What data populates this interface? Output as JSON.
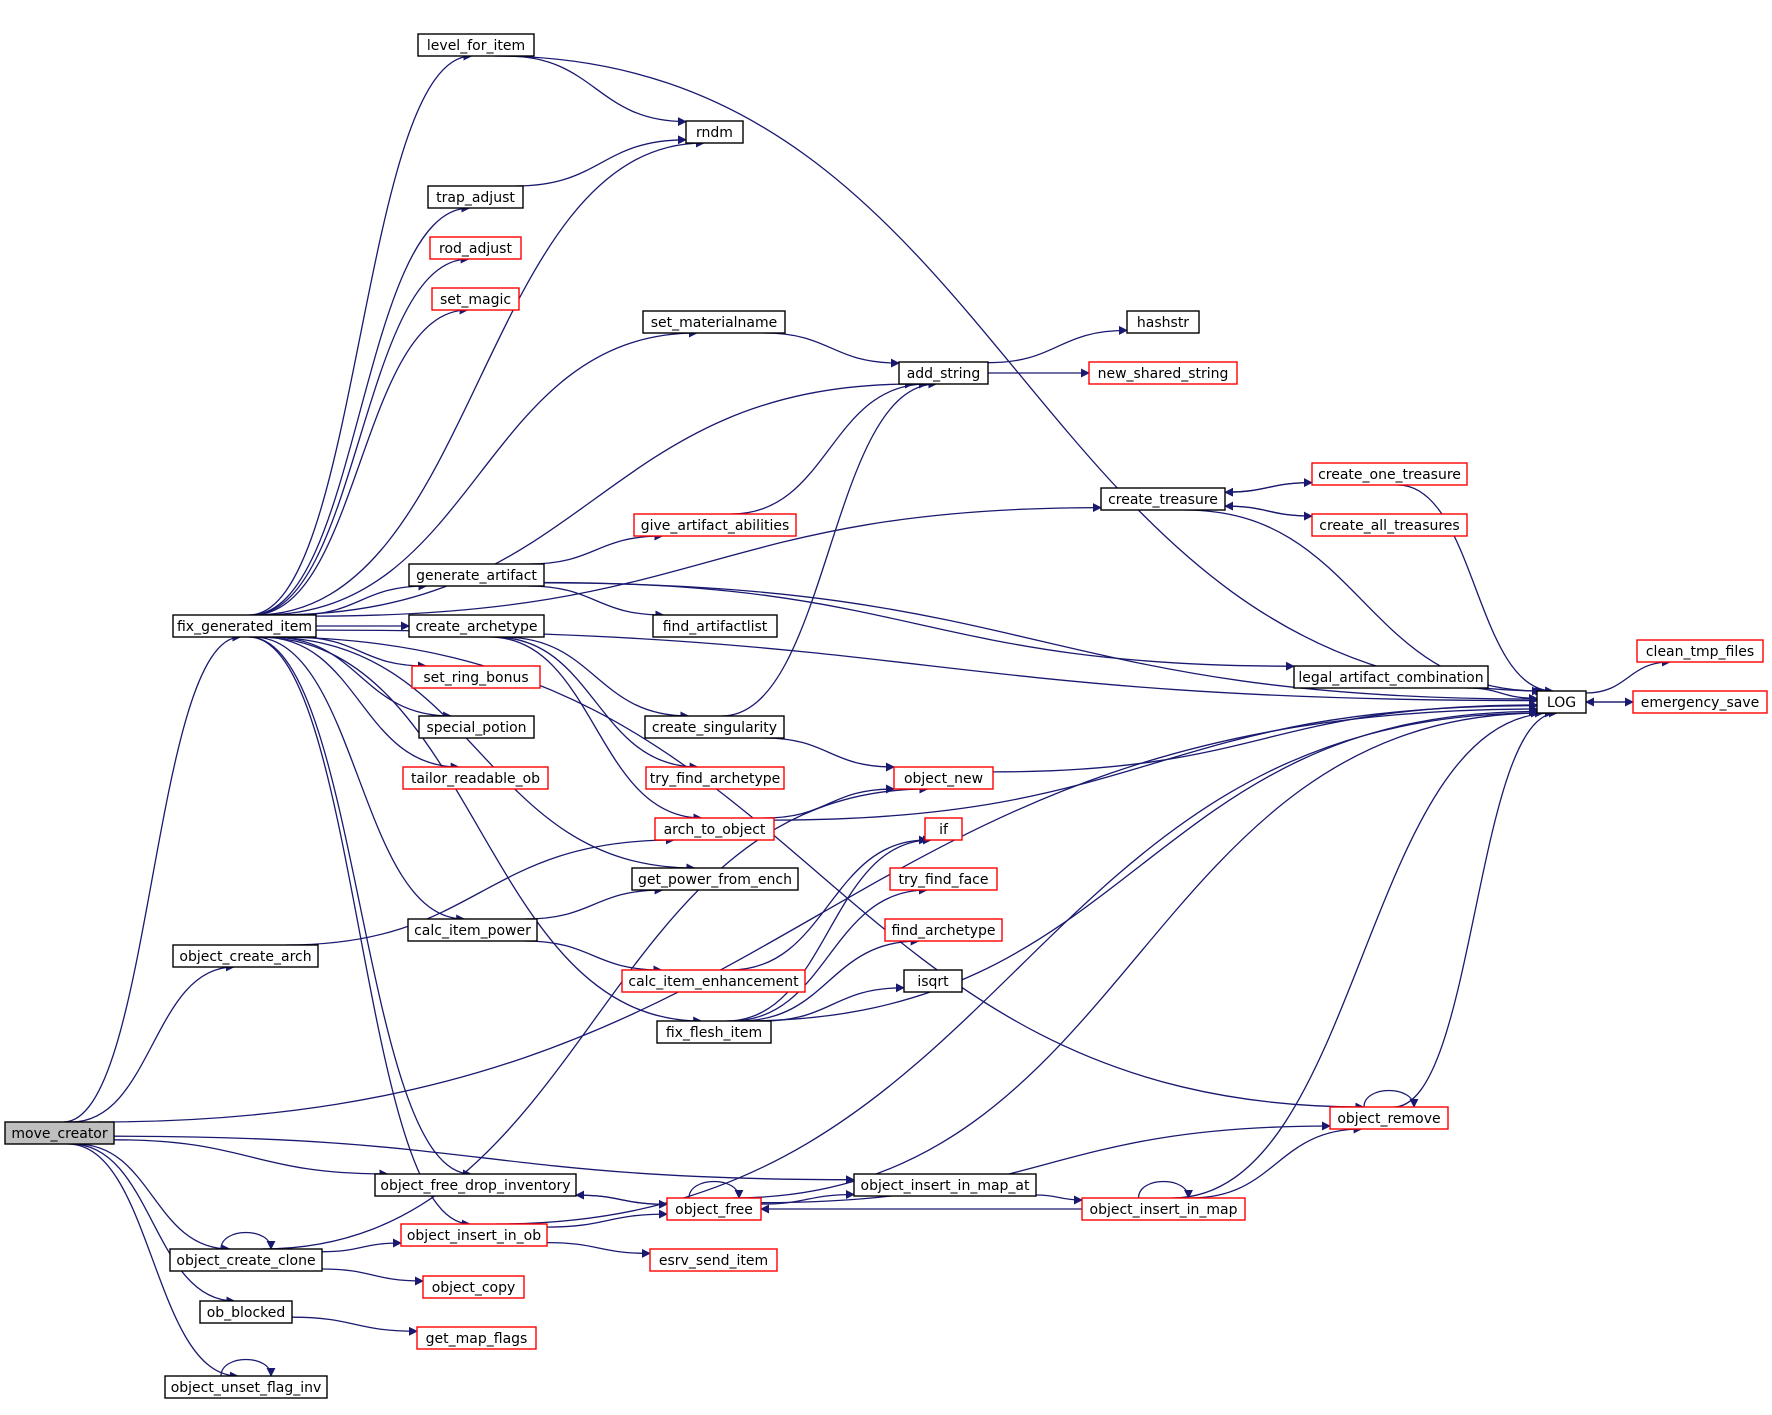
{
  "colors": {
    "edge": "#191970",
    "node_black": "#000000",
    "node_red": "#ff0000",
    "root_fill": "#bfbfbf"
  },
  "nodes": [
    {
      "id": "move_creator",
      "label": "move_creator",
      "color": "black",
      "root": true
    },
    {
      "id": "level_for_item",
      "label": "level_for_item",
      "color": "black"
    },
    {
      "id": "rndm",
      "label": "rndm",
      "color": "black"
    },
    {
      "id": "trap_adjust",
      "label": "trap_adjust",
      "color": "black"
    },
    {
      "id": "rod_adjust",
      "label": "rod_adjust",
      "color": "red"
    },
    {
      "id": "set_magic",
      "label": "set_magic",
      "color": "red"
    },
    {
      "id": "set_materialname",
      "label": "set_materialname",
      "color": "black"
    },
    {
      "id": "hashstr",
      "label": "hashstr",
      "color": "black"
    },
    {
      "id": "add_string",
      "label": "add_string",
      "color": "black"
    },
    {
      "id": "new_shared_string",
      "label": "new_shared_string",
      "color": "red"
    },
    {
      "id": "create_one_treasure",
      "label": "create_one_treasure",
      "color": "red"
    },
    {
      "id": "create_treasure",
      "label": "create_treasure",
      "color": "black"
    },
    {
      "id": "create_all_treasures",
      "label": "create_all_treasures",
      "color": "red"
    },
    {
      "id": "give_artifact_abilities",
      "label": "give_artifact_abilities",
      "color": "red"
    },
    {
      "id": "generate_artifact",
      "label": "generate_artifact",
      "color": "black"
    },
    {
      "id": "fix_generated_item",
      "label": "fix_generated_item",
      "color": "black"
    },
    {
      "id": "create_archetype",
      "label": "create_archetype",
      "color": "black"
    },
    {
      "id": "find_artifactlist",
      "label": "find_artifactlist",
      "color": "black"
    },
    {
      "id": "clean_tmp_files",
      "label": "clean_tmp_files",
      "color": "red"
    },
    {
      "id": "legal_artifact_combination",
      "label": "legal_artifact_combination",
      "color": "black"
    },
    {
      "id": "set_ring_bonus",
      "label": "set_ring_bonus",
      "color": "red"
    },
    {
      "id": "LOG",
      "label": "LOG",
      "color": "black"
    },
    {
      "id": "emergency_save",
      "label": "emergency_save",
      "color": "red"
    },
    {
      "id": "special_potion",
      "label": "special_potion",
      "color": "black"
    },
    {
      "id": "create_singularity",
      "label": "create_singularity",
      "color": "black"
    },
    {
      "id": "tailor_readable_ob",
      "label": "tailor_readable_ob",
      "color": "red"
    },
    {
      "id": "try_find_archetype",
      "label": "try_find_archetype",
      "color": "red"
    },
    {
      "id": "object_new",
      "label": "object_new",
      "color": "red"
    },
    {
      "id": "arch_to_object",
      "label": "arch_to_object",
      "color": "red"
    },
    {
      "id": "if",
      "label": "if",
      "color": "red"
    },
    {
      "id": "get_power_from_ench",
      "label": "get_power_from_ench",
      "color": "black"
    },
    {
      "id": "try_find_face",
      "label": "try_find_face",
      "color": "red"
    },
    {
      "id": "calc_item_power",
      "label": "calc_item_power",
      "color": "black"
    },
    {
      "id": "find_archetype",
      "label": "find_archetype",
      "color": "red"
    },
    {
      "id": "object_create_arch",
      "label": "object_create_arch",
      "color": "black"
    },
    {
      "id": "calc_item_enhancement",
      "label": "calc_item_enhancement",
      "color": "red"
    },
    {
      "id": "isqrt",
      "label": "isqrt",
      "color": "black"
    },
    {
      "id": "fix_flesh_item",
      "label": "fix_flesh_item",
      "color": "black"
    },
    {
      "id": "object_remove",
      "label": "object_remove",
      "color": "red"
    },
    {
      "id": "object_free_drop_inventory",
      "label": "object_free_drop_inventory",
      "color": "black"
    },
    {
      "id": "object_insert_in_map_at",
      "label": "object_insert_in_map_at",
      "color": "black"
    },
    {
      "id": "object_free",
      "label": "object_free",
      "color": "red"
    },
    {
      "id": "object_insert_in_map",
      "label": "object_insert_in_map",
      "color": "red"
    },
    {
      "id": "object_insert_in_ob",
      "label": "object_insert_in_ob",
      "color": "red"
    },
    {
      "id": "object_create_clone",
      "label": "object_create_clone",
      "color": "black"
    },
    {
      "id": "esrv_send_item",
      "label": "esrv_send_item",
      "color": "red"
    },
    {
      "id": "object_copy",
      "label": "object_copy",
      "color": "red"
    },
    {
      "id": "ob_blocked",
      "label": "ob_blocked",
      "color": "black"
    },
    {
      "id": "get_map_flags",
      "label": "get_map_flags",
      "color": "red"
    },
    {
      "id": "object_unset_flag_inv",
      "label": "object_unset_flag_inv",
      "color": "black"
    }
  ],
  "edges": [
    [
      "move_creator",
      "LOG"
    ],
    [
      "move_creator",
      "fix_generated_item"
    ],
    [
      "move_creator",
      "object_create_arch"
    ],
    [
      "move_creator",
      "object_insert_in_map_at"
    ],
    [
      "move_creator",
      "object_free_drop_inventory"
    ],
    [
      "move_creator",
      "object_create_clone"
    ],
    [
      "move_creator",
      "ob_blocked"
    ],
    [
      "move_creator",
      "object_unset_flag_inv"
    ],
    [
      "fix_generated_item",
      "level_for_item"
    ],
    [
      "fix_generated_item",
      "rndm"
    ],
    [
      "fix_generated_item",
      "trap_adjust"
    ],
    [
      "fix_generated_item",
      "rod_adjust"
    ],
    [
      "fix_generated_item",
      "set_magic"
    ],
    [
      "fix_generated_item",
      "set_materialname"
    ],
    [
      "fix_generated_item",
      "add_string"
    ],
    [
      "fix_generated_item",
      "LOG"
    ],
    [
      "fix_generated_item",
      "create_treasure"
    ],
    [
      "fix_generated_item",
      "generate_artifact"
    ],
    [
      "fix_generated_item",
      "create_archetype"
    ],
    [
      "fix_generated_item",
      "set_ring_bonus"
    ],
    [
      "fix_generated_item",
      "special_potion"
    ],
    [
      "fix_generated_item",
      "tailor_readable_ob"
    ],
    [
      "fix_generated_item",
      "get_power_from_ench"
    ],
    [
      "fix_generated_item",
      "calc_item_power"
    ],
    [
      "fix_generated_item",
      "fix_flesh_item"
    ],
    [
      "fix_generated_item",
      "object_remove"
    ],
    [
      "fix_generated_item",
      "object_free_drop_inventory"
    ],
    [
      "fix_generated_item",
      "object_insert_in_ob"
    ],
    [
      "level_for_item",
      "rndm"
    ],
    [
      "level_for_item",
      "LOG"
    ],
    [
      "trap_adjust",
      "rndm"
    ],
    [
      "set_materialname",
      "add_string"
    ],
    [
      "add_string",
      "hashstr"
    ],
    [
      "add_string",
      "new_shared_string"
    ],
    [
      "create_treasure",
      "create_one_treasure"
    ],
    [
      "create_treasure",
      "create_all_treasures"
    ],
    [
      "create_treasure",
      "LOG"
    ],
    [
      "create_one_treasure",
      "create_treasure"
    ],
    [
      "create_one_treasure",
      "LOG"
    ],
    [
      "create_all_treasures",
      "create_treasure"
    ],
    [
      "give_artifact_abilities",
      "add_string"
    ],
    [
      "generate_artifact",
      "give_artifact_abilities"
    ],
    [
      "generate_artifact",
      "find_artifactlist"
    ],
    [
      "generate_artifact",
      "LOG"
    ],
    [
      "generate_artifact",
      "legal_artifact_combination"
    ],
    [
      "legal_artifact_combination",
      "LOG"
    ],
    [
      "create_archetype",
      "create_singularity"
    ],
    [
      "create_archetype",
      "try_find_archetype"
    ],
    [
      "create_archetype",
      "arch_to_object"
    ],
    [
      "create_singularity",
      "add_string"
    ],
    [
      "create_singularity",
      "object_new"
    ],
    [
      "arch_to_object",
      "LOG"
    ],
    [
      "arch_to_object",
      "object_new"
    ],
    [
      "object_new",
      "LOG"
    ],
    [
      "LOG",
      "clean_tmp_files"
    ],
    [
      "LOG",
      "emergency_save"
    ],
    [
      "emergency_save",
      "LOG"
    ],
    [
      "calc_item_power",
      "get_power_from_ench"
    ],
    [
      "calc_item_power",
      "calc_item_enhancement"
    ],
    [
      "calc_item_enhancement",
      "if"
    ],
    [
      "fix_flesh_item",
      "if"
    ],
    [
      "fix_flesh_item",
      "try_find_face"
    ],
    [
      "fix_flesh_item",
      "find_archetype"
    ],
    [
      "fix_flesh_item",
      "isqrt"
    ],
    [
      "fix_flesh_item",
      "LOG"
    ],
    [
      "object_create_arch",
      "arch_to_object"
    ],
    [
      "object_remove",
      "object_remove"
    ],
    [
      "object_remove",
      "LOG"
    ],
    [
      "object_free_drop_inventory",
      "object_free"
    ],
    [
      "object_free",
      "object_free"
    ],
    [
      "object_free",
      "object_free_drop_inventory"
    ],
    [
      "object_free",
      "object_remove"
    ],
    [
      "object_free",
      "object_insert_in_map_at"
    ],
    [
      "object_free",
      "LOG"
    ],
    [
      "object_insert_in_map_at",
      "object_insert_in_map"
    ],
    [
      "object_insert_in_map",
      "object_insert_in_map"
    ],
    [
      "object_insert_in_map",
      "object_free"
    ],
    [
      "object_insert_in_map",
      "object_remove"
    ],
    [
      "object_insert_in_map",
      "LOG"
    ],
    [
      "object_insert_in_ob",
      "object_free"
    ],
    [
      "object_insert_in_ob",
      "esrv_send_item"
    ],
    [
      "object_insert_in_ob",
      "LOG"
    ],
    [
      "object_create_clone",
      "object_create_clone"
    ],
    [
      "object_create_clone",
      "object_insert_in_ob"
    ],
    [
      "object_create_clone",
      "object_copy"
    ],
    [
      "object_create_clone",
      "object_new"
    ],
    [
      "ob_blocked",
      "get_map_flags"
    ],
    [
      "object_unset_flag_inv",
      "object_unset_flag_inv"
    ]
  ]
}
